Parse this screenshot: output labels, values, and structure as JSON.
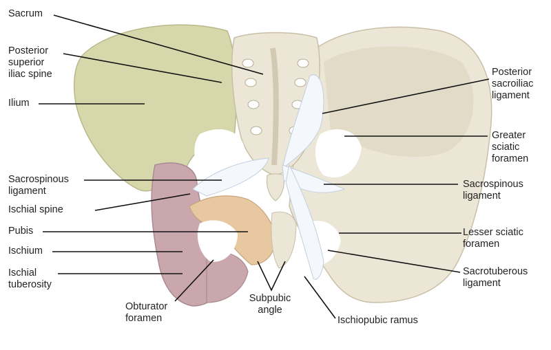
{
  "colors": {
    "bone": "#ece6d6",
    "bone_shade": "#ddd5c0",
    "ilium": "#d6d8ab",
    "ischium": "#c9a7ad",
    "pubis": "#e8c8a0",
    "ligament": "#f4f7fb",
    "leader": "#111111"
  },
  "labels": {
    "sacrum": "Sacrum",
    "psis": "Posterior\nsuperior\niliac spine",
    "ilium": "Ilium",
    "sacrospinous_left": "Sacrospinous\nligament",
    "ischial_spine": "Ischial spine",
    "pubis": "Pubis",
    "ischium": "Ischium",
    "ischial_tuberosity": "Ischial\ntuberosity",
    "obturator": "Obturator\nforamen",
    "subpubic": "Subpubic\nangle",
    "ischiopubic": "Ischiopubic ramus",
    "post_sacroiliac": "Posterior\nsacroiliac\nligament",
    "greater_sciatic": "Greater\nsciatic\nforamen",
    "sacrospinous_right": "Sacrospinous\nligament",
    "lesser_sciatic": "Lesser sciatic\nforamen",
    "sacrotuberous": "Sacrotuberous\nligament"
  }
}
